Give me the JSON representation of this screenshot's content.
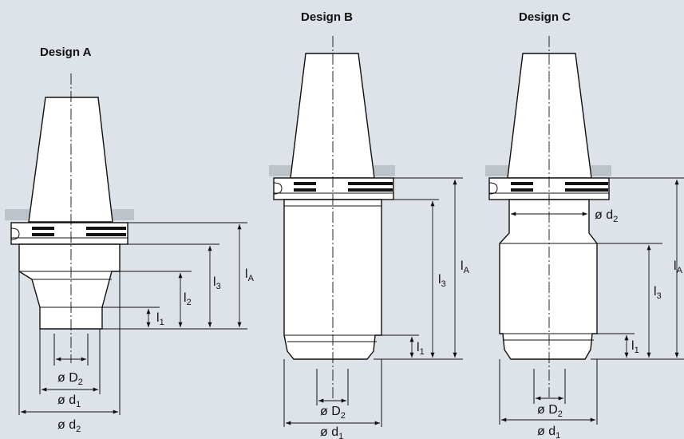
{
  "designs": {
    "a": {
      "title": "Design A",
      "labels": {
        "lA": "l",
        "lA_sub": "A",
        "l3": "l",
        "l3_sub": "3",
        "l2": "l",
        "l2_sub": "2",
        "l1": "l",
        "l1_sub": "1",
        "D2": "ø D",
        "D2_sub": "2",
        "d1": "ø d",
        "d1_sub": "1",
        "d2": "ø d",
        "d2_sub": "2"
      }
    },
    "b": {
      "title": "Design B",
      "labels": {
        "lA": "l",
        "lA_sub": "A",
        "l3": "l",
        "l3_sub": "3",
        "l1": "l",
        "l1_sub": "1",
        "D2": "ø D",
        "D2_sub": "2",
        "d1": "ø d",
        "d1_sub": "1"
      }
    },
    "c": {
      "title": "Design C",
      "labels": {
        "lA": "l",
        "lA_sub": "A",
        "l3": "l",
        "l3_sub": "3",
        "l1": "l",
        "l1_sub": "1",
        "D2": "ø D",
        "D2_sub": "2",
        "d1": "ø d",
        "d1_sub": "1",
        "d2": "ø d",
        "d2_sub": "2"
      }
    }
  },
  "colors": {
    "background": "#dde3e9",
    "flange": "#bcc3c9",
    "line": "#111111"
  }
}
